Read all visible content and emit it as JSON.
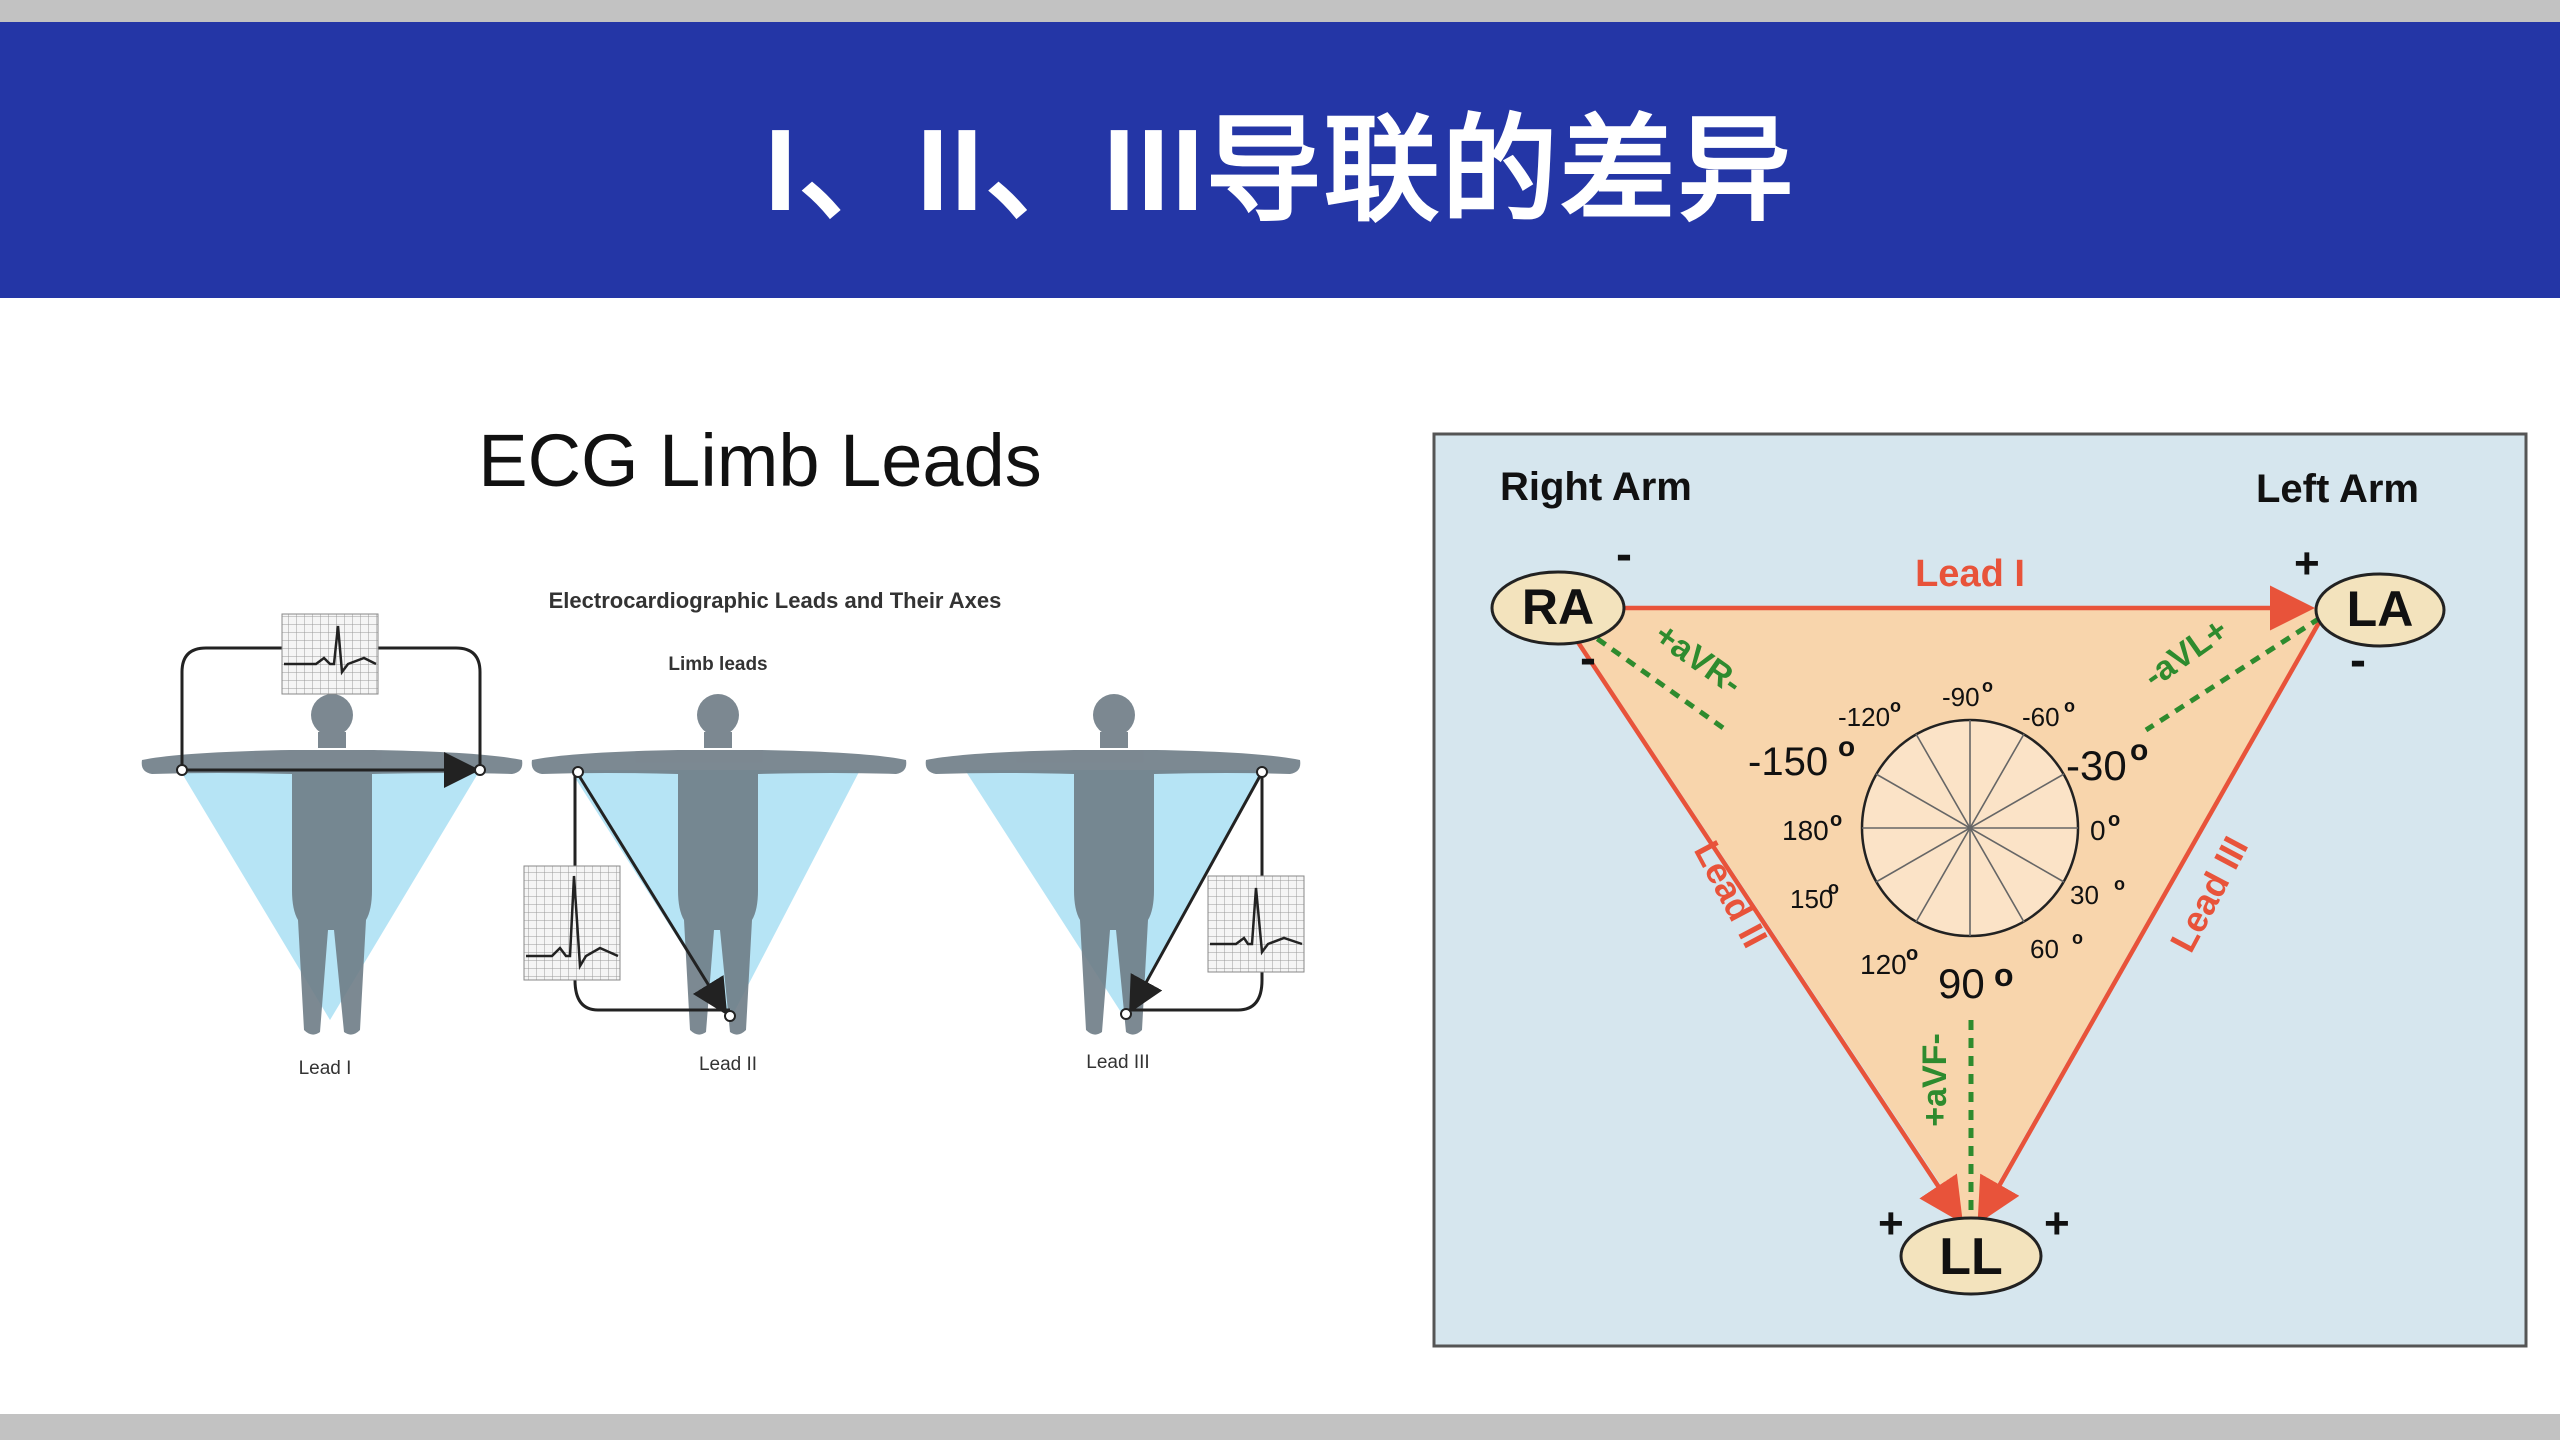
{
  "page": {
    "title": "I、II、III导联的差异",
    "left_heading": "ECG Limb Leads"
  },
  "left_figure": {
    "caption": "Electrocardiographic Leads and Their Axes",
    "subcaption": "Limb leads",
    "lead_labels": [
      "Lead I",
      "Lead II",
      "Lead III"
    ]
  },
  "triangle": {
    "arm_labels": {
      "right": "Right Arm",
      "left": "Left Arm"
    },
    "nodes": {
      "ra": "RA",
      "la": "LA",
      "ll": "LL"
    },
    "signs": {
      "minus": "-",
      "plus": "+"
    },
    "leads": {
      "lead1": "Lead I",
      "lead2": "Lead II",
      "lead3": "Lead III"
    },
    "augmented": {
      "avr": "+aVR-",
      "avl": "-aVL+",
      "avf": "+aVF-"
    },
    "angles": {
      "m150": "-150",
      "m120": "-120",
      "m90": "-90",
      "m60": "-60",
      "m30": "-30",
      "a180": "180",
      "a0": "0",
      "a150": "150",
      "a30": "30",
      "a120": "120",
      "a90": "90",
      "a60": "60"
    },
    "degree_mark": "o",
    "colors": {
      "panel": "#d6e6ee",
      "triangle_fill": "#f8d5ac",
      "lead": "#e8533a",
      "augmented": "#2e8b2e",
      "node": "#f3e3bd"
    }
  }
}
